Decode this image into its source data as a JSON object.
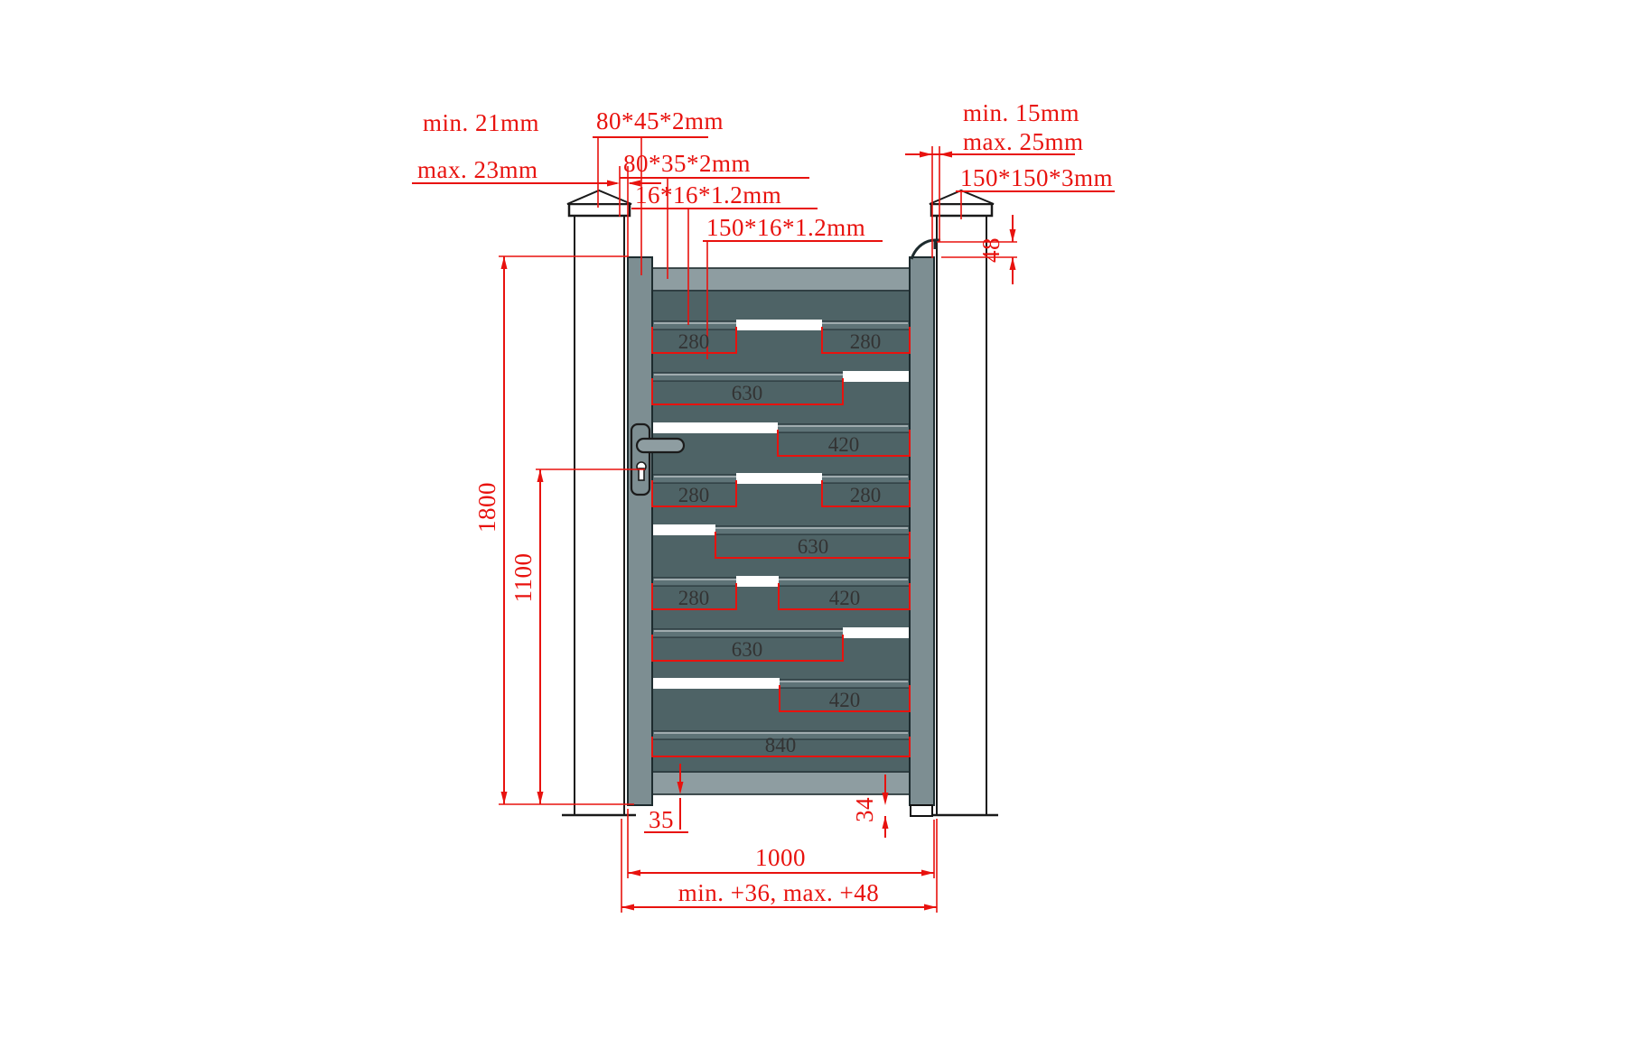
{
  "drawing": {
    "type": "garden gate installation drawing",
    "labels": {
      "gap_left_min": "min. 21mm",
      "gap_left_max": "max. 23mm",
      "stile_profile": "80*45*2mm",
      "rail_profile": "80*35*2mm",
      "spacer_profile": "16*16*1.2mm",
      "slat_profile": "150*16*1.2mm",
      "gap_right_min": "min. 15mm",
      "gap_right_max": "max. 25mm",
      "post_profile": "150*150*3mm",
      "latch_offset": "48",
      "gate_height": "1800",
      "lock_height": "1100",
      "gate_width": "1000",
      "opening_span": "min. +36, max. +48",
      "bottom_clearance_left": "35",
      "bottom_clearance_right": "34"
    },
    "slat_rows": [
      {
        "dims": [
          "280",
          "280"
        ]
      },
      {
        "dims": [
          "630"
        ]
      },
      {
        "dims": [
          "420"
        ]
      },
      {
        "dims": [
          "280",
          "280"
        ]
      },
      {
        "dims": [
          "630"
        ]
      },
      {
        "dims": [
          "280",
          "420"
        ]
      },
      {
        "dims": [
          "630"
        ]
      },
      {
        "dims": [
          "420"
        ]
      },
      {
        "dims": [
          "840"
        ]
      }
    ],
    "colors": {
      "dimension_red": "#e8120e",
      "frame_gray": "#7d8e92",
      "rail_gray": "#8e9da1",
      "slat_dark": "#4e6366",
      "spacer_gray": "#5e7377",
      "outline": "#1d2b2e",
      "dim_text": "#333333"
    }
  }
}
